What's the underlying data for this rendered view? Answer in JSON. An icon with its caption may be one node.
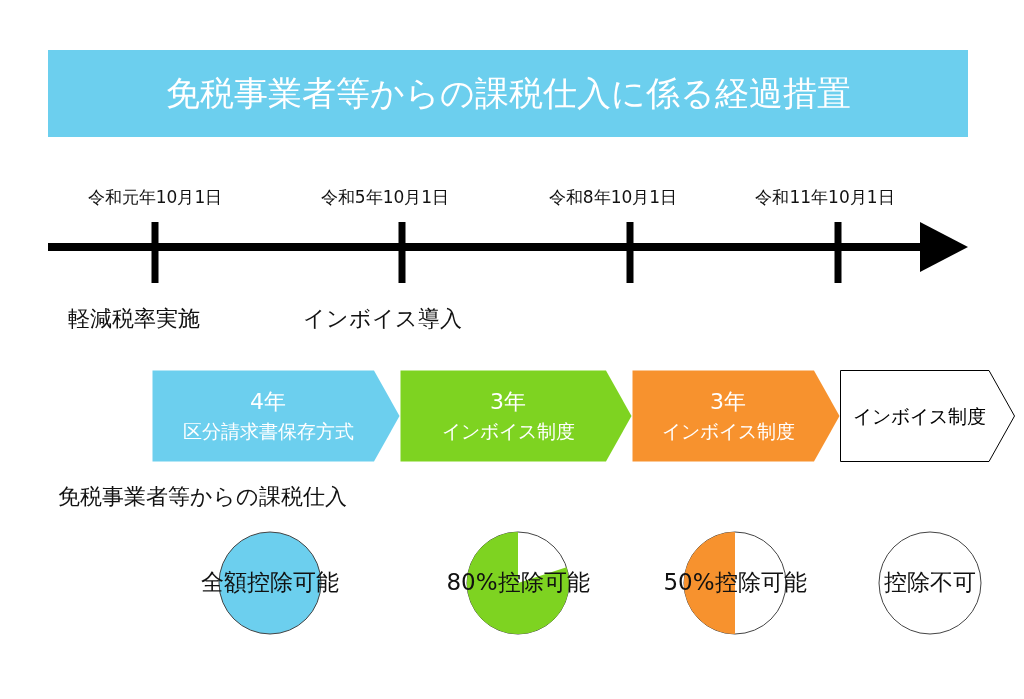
{
  "diagram": {
    "title": "免税事業者等からの課税仕入に係る経過措置",
    "nodes": [
      {
        "text": [
          "4年",
          "区分請求書保存方式"
        ]
      },
      {
        "text": [
          "3年",
          "インボイス制度"
        ]
      },
      {
        "text": [
          "3年",
          "インボイス制度"
        ]
      },
      {
        "text": [
          "インボイス制度"
        ]
      },
      {
        "text": [
          "全額控除可能"
        ]
      },
      {
        "text": [
          "80%控除可能"
        ]
      },
      {
        "text": [
          "50%控除可能"
        ]
      },
      {
        "text": [
          "控除不可"
        ]
      }
    ],
    "labels": [
      "令和元年10月1日",
      "令和5年10月1日",
      "令和8年10月1日",
      "令和11年10月1日",
      "軽減税率実施",
      "インボイス導入",
      "免税事業者等からの課税仕入"
    ]
  }
}
